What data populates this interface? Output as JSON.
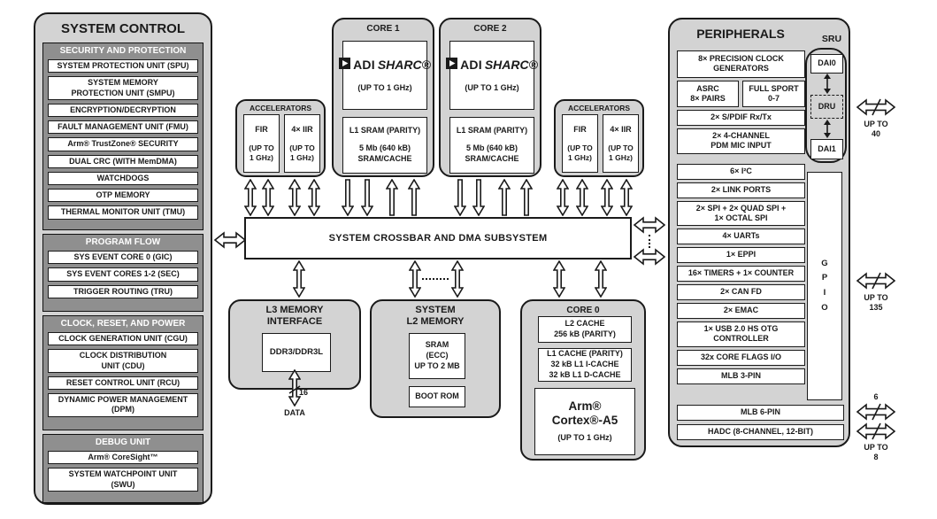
{
  "system_control": {
    "title": "SYSTEM CONTROL",
    "sections": [
      {
        "header": "SECURITY AND PROTECTION",
        "items": [
          "SYSTEM PROTECTION UNIT (SPU)",
          "SYSTEM MEMORY\nPROTECTION UNIT (SMPU)",
          "ENCRYPTION/DECRYPTION",
          "FAULT MANAGEMENT UNIT (FMU)",
          "Arm® TrustZone® SECURITY",
          "DUAL CRC (WITH MemDMA)",
          "WATCHDOGS",
          "OTP MEMORY",
          "THERMAL MONITOR UNIT (TMU)"
        ]
      },
      {
        "header": "PROGRAM FLOW",
        "items": [
          "SYS EVENT CORE 0 (GIC)",
          "SYS EVENT CORES 1-2 (SEC)",
          "TRIGGER ROUTING (TRU)"
        ]
      },
      {
        "header": "CLOCK, RESET, AND POWER",
        "items": [
          "CLOCK GENERATION UNIT (CGU)",
          "CLOCK DISTRIBUTION\nUNIT (CDU)",
          "RESET CONTROL UNIT (RCU)",
          "DYNAMIC POWER MANAGEMENT\n(DPM)"
        ]
      },
      {
        "header": "DEBUG UNIT",
        "items": [
          "Arm® CoreSight™",
          "SYSTEM WATCHPOINT UNIT\n(SWU)"
        ]
      }
    ]
  },
  "accel_left": {
    "title": "ACCELERATORS",
    "fir_name": "FIR",
    "fir_freq": "(UP TO\n1 GHz)",
    "iir_name": "4× IIR",
    "iir_freq": "(UP TO\n1 GHz)"
  },
  "accel_right": {
    "title": "ACCELERATORS",
    "fir_name": "FIR",
    "fir_freq": "(UP TO\n1 GHz)",
    "iir_name": "4× IIR",
    "iir_freq": "(UP TO\n1 GHz)"
  },
  "core1": {
    "title": "CORE 1",
    "adi": "ADI",
    "sharc": "SHARC®",
    "freq": "(UP TO 1 GHz)",
    "l1_title": "L1 SRAM (PARITY)",
    "l1_detail": "5 Mb (640 kB)\nSRAM/CACHE"
  },
  "core2": {
    "title": "CORE 2",
    "adi": "ADI",
    "sharc": "SHARC®",
    "freq": "(UP TO 1 GHz)",
    "l1_title": "L1 SRAM (PARITY)",
    "l1_detail": "5 Mb (640 kB)\nSRAM/CACHE"
  },
  "crossbar": {
    "label": "SYSTEM CROSSBAR AND DMA SUBSYSTEM"
  },
  "l3": {
    "title": "L3 MEMORY\nINTERFACE",
    "ddr": "DDR3/DDR3L",
    "bus_width": "16",
    "data_label": "DATA"
  },
  "l2": {
    "title": "SYSTEM\nL2 MEMORY",
    "sram": "SRAM\n(ECC)\nUP TO 2 MB",
    "boot": "BOOT ROM"
  },
  "core0": {
    "title": "CORE 0",
    "l2_cache": "L2 CACHE\n256 kB (PARITY)",
    "l1_cache": "L1 CACHE (PARITY)\n32 kB L1 I-CACHE\n32 kB L1 D-CACHE",
    "arm1": "Arm®",
    "arm2": "Cortex®-A5",
    "freq": "(UP TO 1 GHz)"
  },
  "peripherals": {
    "title": "PERIPHERALS",
    "clock_gen": "8× PRECISION CLOCK\nGENERATORS",
    "asrc": "ASRC\n8× PAIRS",
    "sport": "FULL SPORT\n0-7",
    "audio_items": [
      "2× S/PDIF Rx/Tx",
      "2× 4-CHANNEL\nPDM MIC INPUT"
    ],
    "items": [
      "6× I²C",
      "2× LINK PORTS",
      "2× SPI + 2× QUAD SPI +\n1× OCTAL SPI",
      "4× UARTs",
      "1× EPPI",
      "16× TIMERS + 1× COUNTER",
      "2× CAN FD",
      "2× EMAC",
      "1× USB 2.0 HS OTG\nCONTROLLER",
      "32x CORE FLAGS I/O",
      "MLB 3-PIN"
    ],
    "mlb6": "MLB 6-PIN",
    "hadc": "HADC (8-CHANNEL, 12-BIT)",
    "sru_label": "SRU",
    "dai0": "DAI0",
    "dru": "DRU",
    "dai1": "DAI1",
    "gpio": "G\nP\nI\nO"
  },
  "annot": {
    "up40": "UP TO\n40",
    "up135": "UP TO\n135",
    "six": "6",
    "up8": "UP TO\n8"
  }
}
